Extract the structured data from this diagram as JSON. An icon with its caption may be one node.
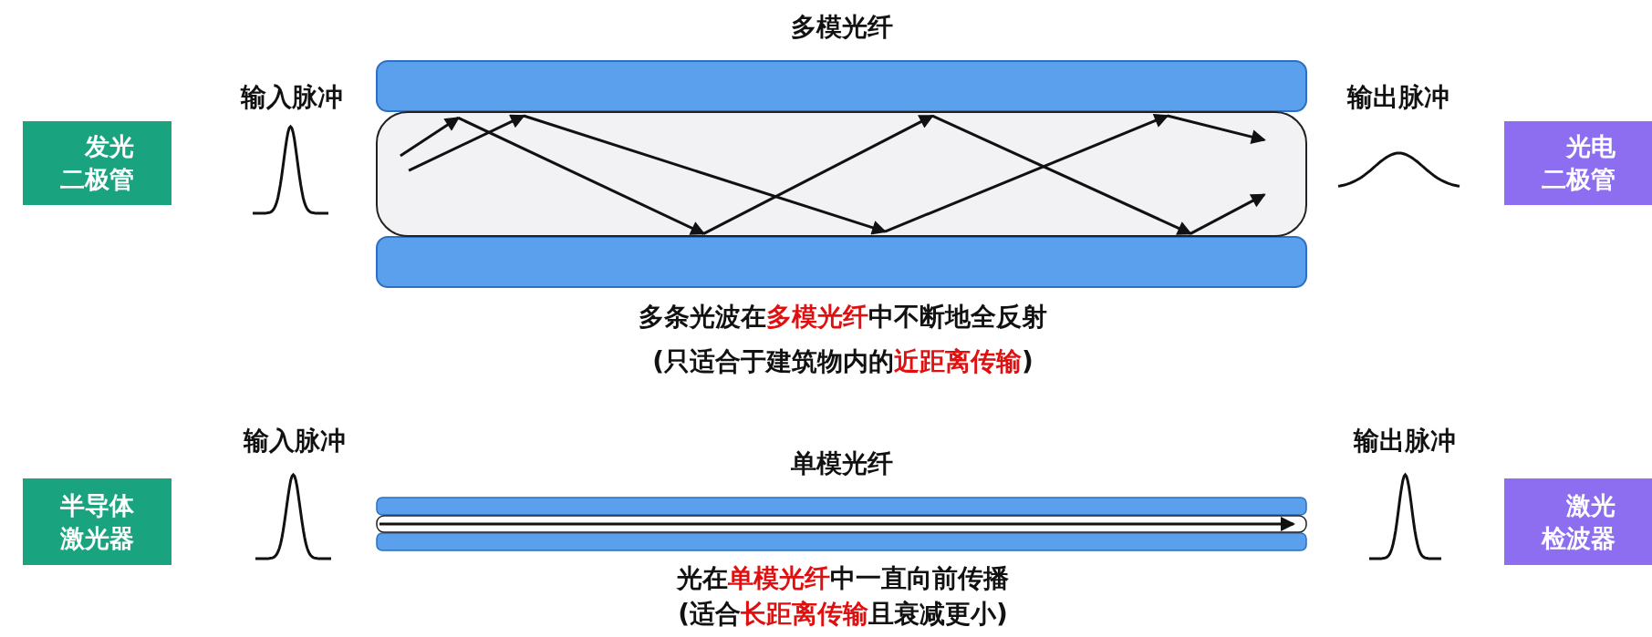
{
  "diagram": {
    "nodes": [
      {
        "text": [
          "发光二极管"
        ]
      },
      {
        "text": [
          "多模光纤"
        ],
        "beside": [
          "多条光波在**多模光纤**中不断地全反射",
          "(只适合于建筑物内的**近距离传输**)"
        ]
      },
      {
        "text": [
          "光电二极管"
        ]
      },
      {
        "text": [
          "半导体激光器"
        ]
      },
      {
        "text": [
          "单模光纤"
        ],
        "beside": [
          "光在**单模光纤**中一直向前传播",
          "(适合**长距离传输**且衰减更小)"
        ]
      },
      {
        "text": [
          "激光检波器"
        ]
      }
    ],
    "labels": [
      "输入脉冲",
      "输出脉冲",
      "输入脉冲",
      "输出脉冲"
    ]
  }
}
